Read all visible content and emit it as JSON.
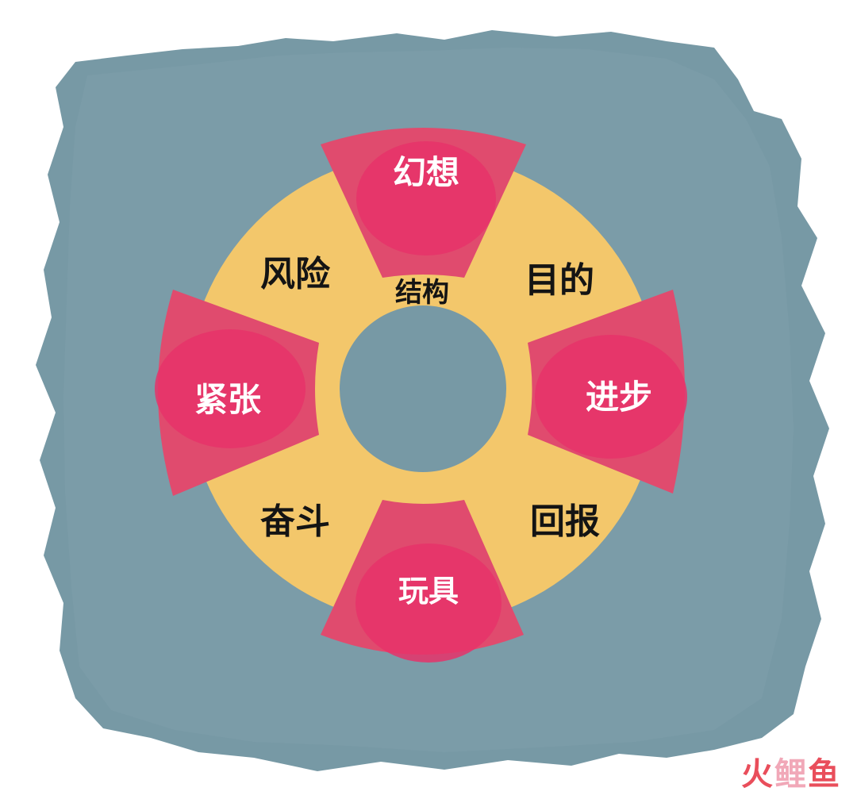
{
  "colors": {
    "background_blob": "#7799a5",
    "ring": "#f3c76b",
    "segment": "#e04b6e",
    "segment_highlight": "#e6336a",
    "hole": "#7799a5"
  },
  "center_label": "结构",
  "ring_labels": {
    "top_left": "风险",
    "top_right": "目的",
    "bottom_left": "奋斗",
    "bottom_right": "回报"
  },
  "segments": {
    "top": "幻想",
    "right": "进步",
    "bottom": "玩具",
    "left": "紧张"
  },
  "watermark": {
    "char1": "火",
    "char2": "鲤",
    "char3": "鱼"
  }
}
